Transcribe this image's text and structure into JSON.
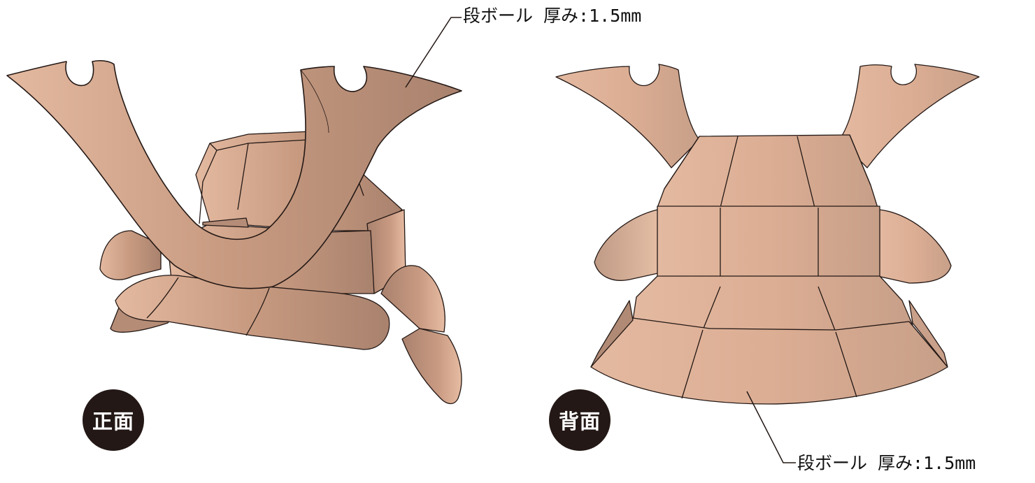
{
  "labels": {
    "material_top": "段ボール 厚み:1.5mm",
    "material_bottom": "段ボール 厚み:1.5mm",
    "front": "正面",
    "back": "背面"
  },
  "colors": {
    "cardboard_light": "#e3b9a0",
    "cardboard_mid": "#c99a82",
    "cardboard_dark": "#a9826e",
    "outline": "#231815",
    "badge": "#231815"
  }
}
